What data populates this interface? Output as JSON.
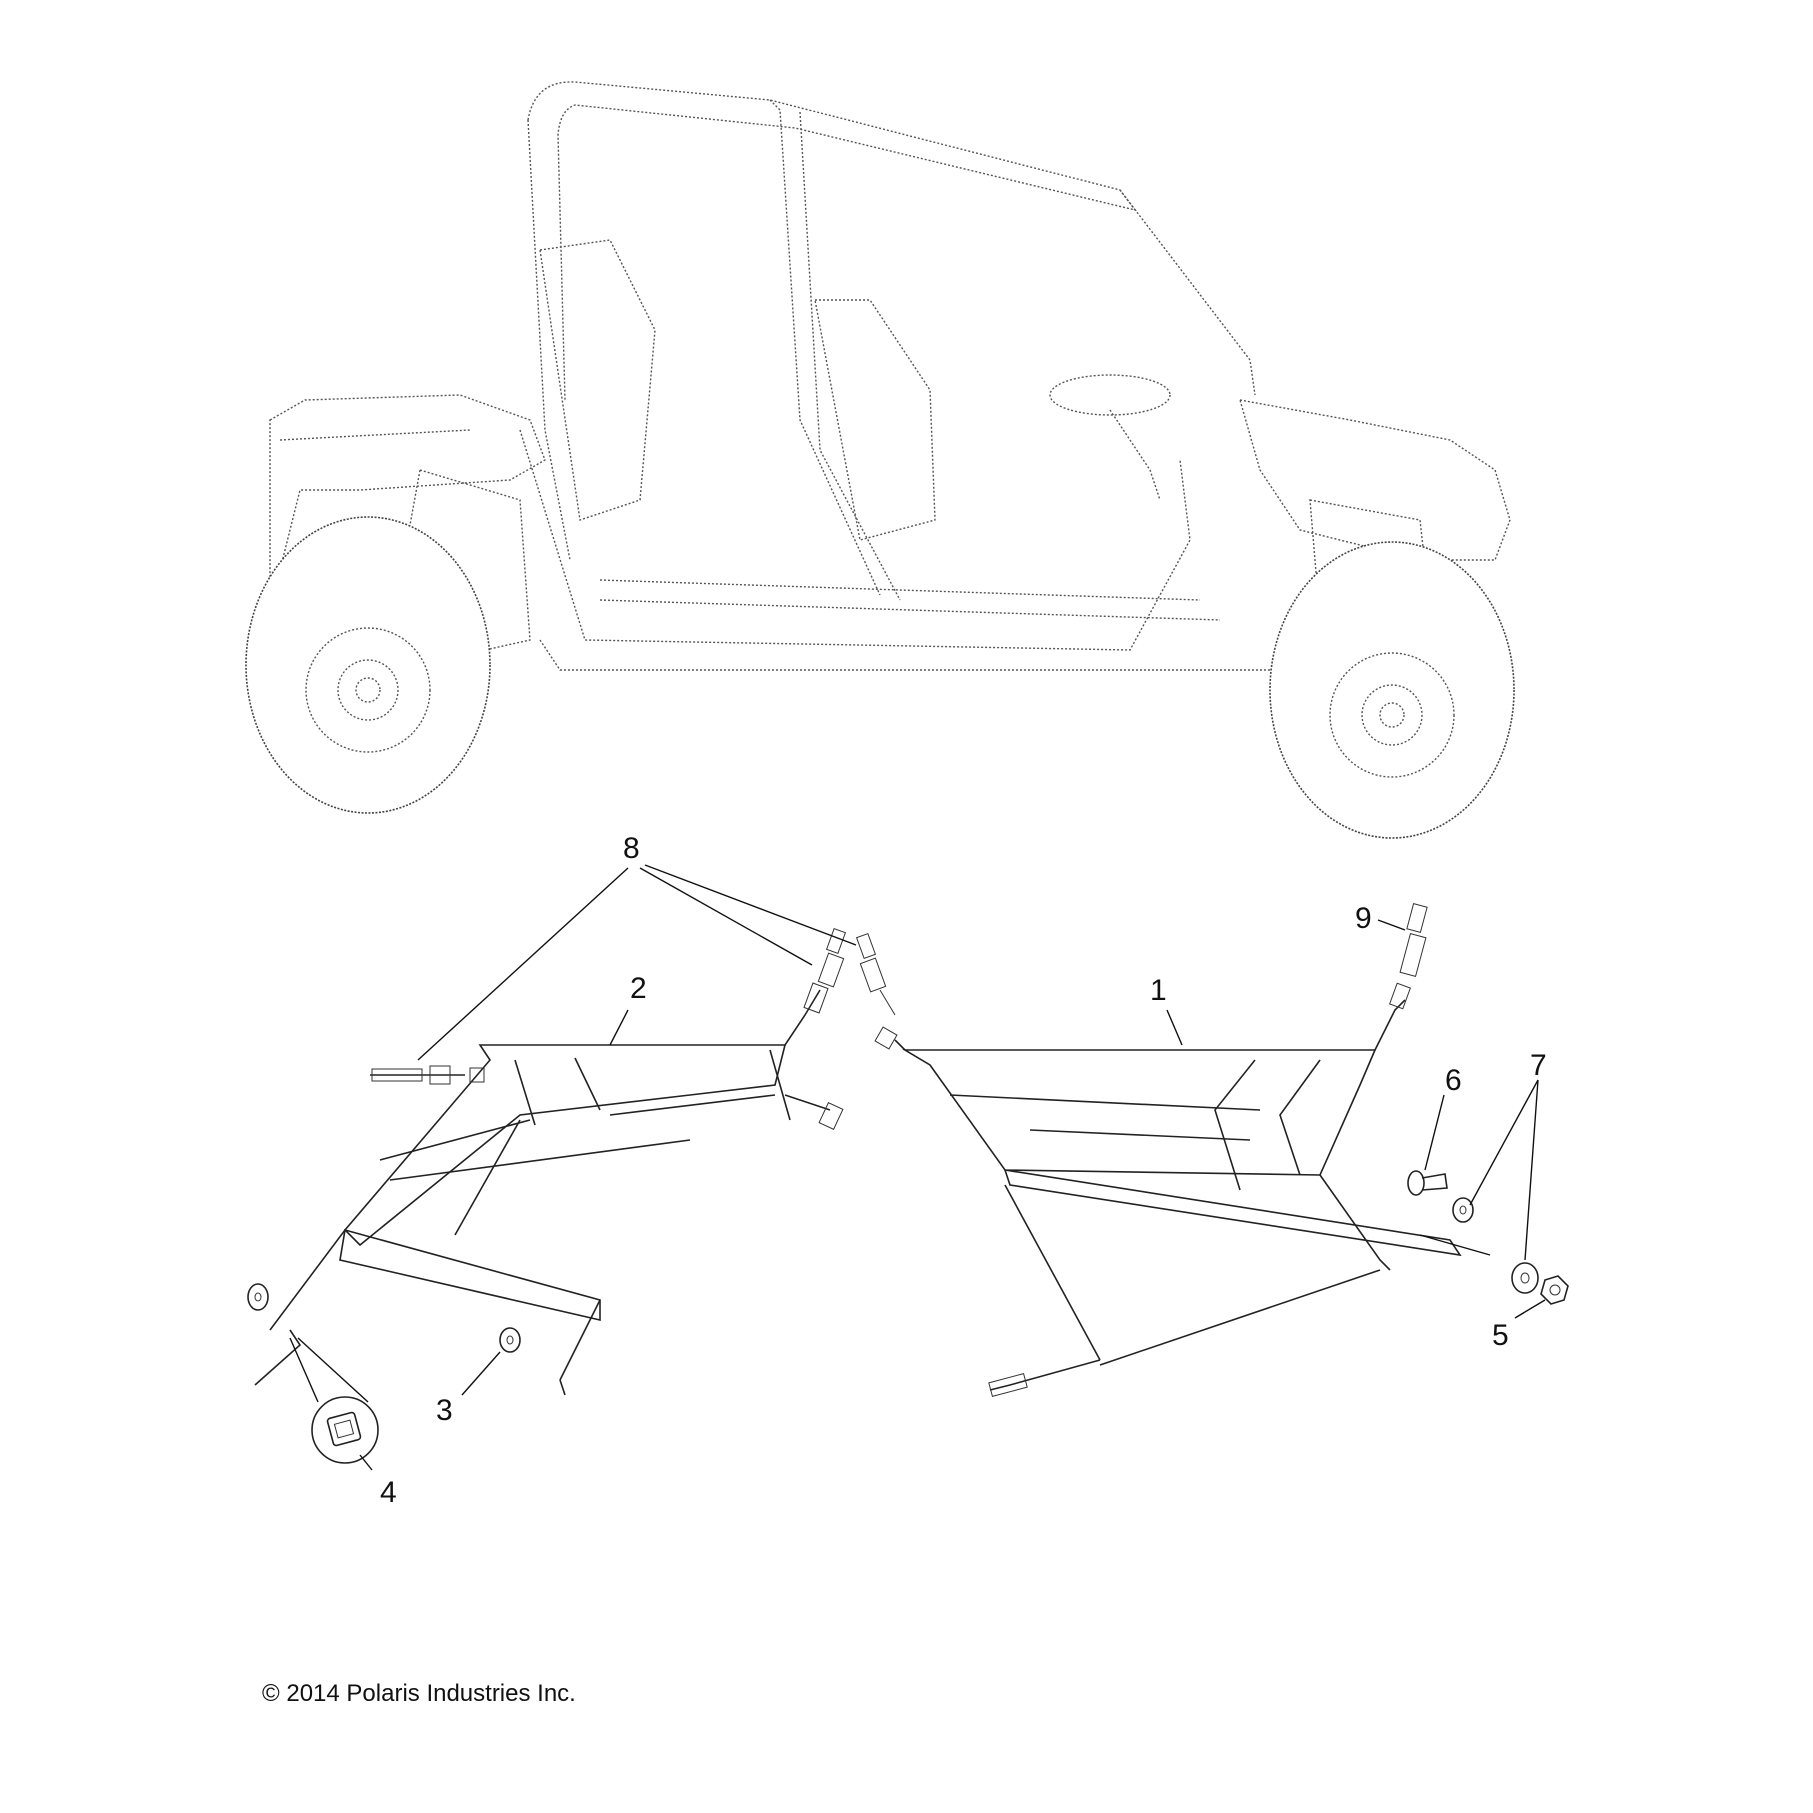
{
  "callouts": [
    {
      "id": "c1",
      "label": "1"
    },
    {
      "id": "c2",
      "label": "2"
    },
    {
      "id": "c3",
      "label": "3"
    },
    {
      "id": "c4",
      "label": "4"
    },
    {
      "id": "c5",
      "label": "5"
    },
    {
      "id": "c6",
      "label": "6"
    },
    {
      "id": "c7",
      "label": "7"
    },
    {
      "id": "c8",
      "label": "8"
    },
    {
      "id": "c9",
      "label": "9"
    }
  ],
  "footer": {
    "copyright": "© 2014 Polaris Industries Inc."
  }
}
